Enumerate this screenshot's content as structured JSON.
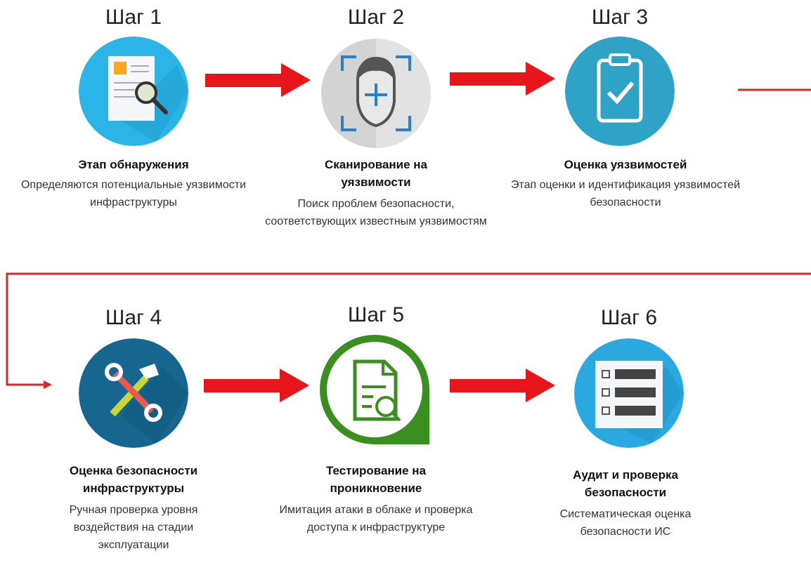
{
  "steps": [
    {
      "heading": "Шаг 1",
      "title": "Этап обнаружения",
      "description": "Определяются потенциальные уязвимости инфраструктуры",
      "icon": "document-search-icon",
      "color": "#2bb5e6"
    },
    {
      "heading": "Шаг 2",
      "title": "Сканирование на уязвимости",
      "description": "Поиск проблем безопасности, соответствующих известным уязвимостям",
      "icon": "face-scan-icon",
      "color": "#cfcfcf"
    },
    {
      "heading": "Шаг 3",
      "title": "Оценка уязвимостей",
      "description": "Этап оценки и идентификация уязвимостей безопасности",
      "icon": "clipboard-check-icon",
      "color": "#2ea3c6"
    },
    {
      "heading": "Шаг 4",
      "title": "Оценка безопасности инфраструктуры",
      "description": "Ручная проверка уровня воздействия на стадии эксплуатации",
      "icon": "tools-icon",
      "color": "#17668f"
    },
    {
      "heading": "Шаг 5",
      "title": "Тестирование на проникновение",
      "description": "Имитация атаки в облаке и проверка доступа к инфраструктуре",
      "icon": "document-magnifier-icon",
      "color": "#3a8f1e"
    },
    {
      "heading": "Шаг 6",
      "title": "Аудит и проверка безопасности",
      "description": "Систематическая оценка безопасности ИС",
      "icon": "checklist-icon",
      "color": "#29a9e0"
    }
  ],
  "arrow_color": "#e8161b"
}
